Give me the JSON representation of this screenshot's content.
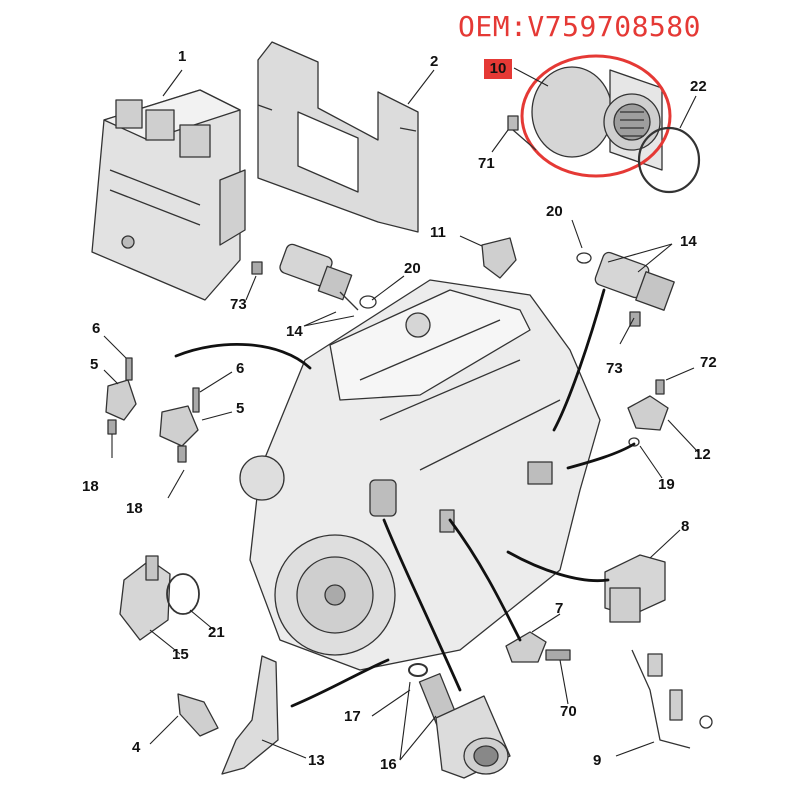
{
  "oem_text": "OEM:V759708580",
  "highlight_color": "#e53935",
  "callouts": {
    "c1": "1",
    "c2": "2",
    "c10": "10",
    "c22": "22",
    "c71": "71",
    "c11": "11",
    "c20a": "20",
    "c20b": "20",
    "c14a": "14",
    "c14b": "14",
    "c73a": "73",
    "c73b": "73",
    "c6a": "6",
    "c6b": "6",
    "c5a": "5",
    "c5b": "5",
    "c18a": "18",
    "c18b": "18",
    "c72": "72",
    "c12": "12",
    "c19": "19",
    "c8": "8",
    "c7": "7",
    "c70": "70",
    "c9": "9",
    "c21": "21",
    "c15": "15",
    "c17": "17",
    "c16": "16",
    "c4": "4",
    "c13": "13"
  }
}
